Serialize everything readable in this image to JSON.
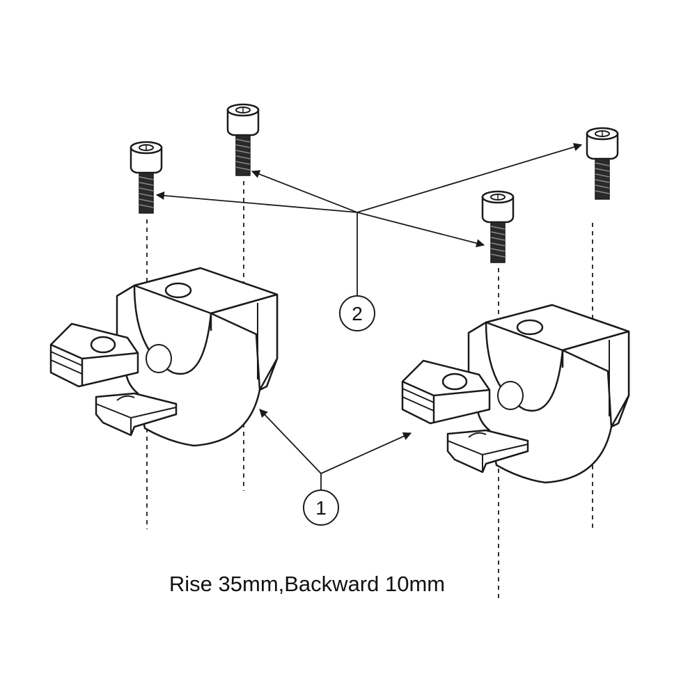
{
  "diagram": {
    "callouts": [
      {
        "id": "1",
        "label": "1"
      },
      {
        "id": "2",
        "label": "2"
      }
    ],
    "caption": "Rise 35mm,Backward 10mm",
    "colors": {
      "line": "#1a1a1a",
      "fill": "#ffffff",
      "thread": "#222222"
    }
  }
}
